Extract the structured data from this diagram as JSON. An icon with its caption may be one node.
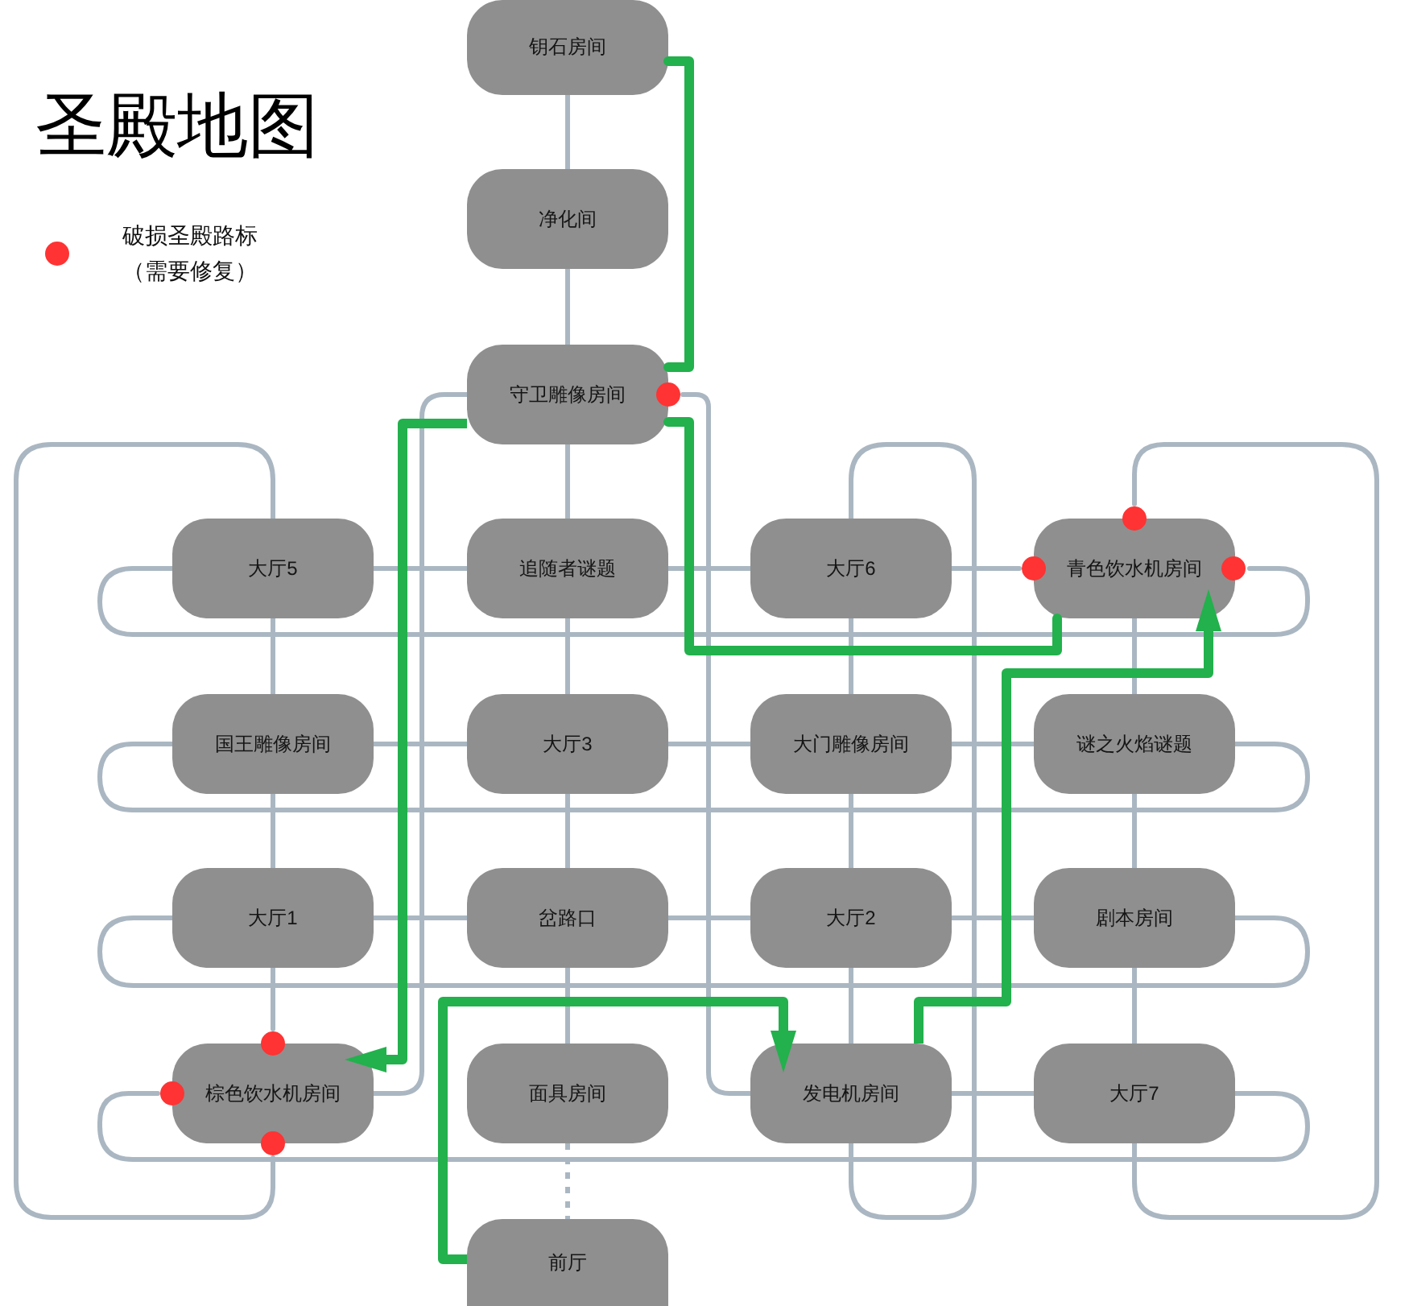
{
  "diagram": {
    "title": "圣殿地图",
    "nodes": [
      {
        "text": [
          "钥石房间"
        ]
      },
      {
        "text": [
          "净化间"
        ]
      },
      {
        "text": [
          "守卫雕像房间"
        ]
      },
      {
        "text": [
          "大厅5"
        ]
      },
      {
        "text": [
          "追随者谜题"
        ]
      },
      {
        "text": [
          "大厅6"
        ]
      },
      {
        "text": [
          "青色饮水机房间"
        ]
      },
      {
        "text": [
          "国王雕像房间"
        ]
      },
      {
        "text": [
          "大厅3"
        ]
      },
      {
        "text": [
          "大门雕像房间"
        ]
      },
      {
        "text": [
          "谜之火焰谜题"
        ]
      },
      {
        "text": [
          "大厅1"
        ]
      },
      {
        "text": [
          "岔路口"
        ]
      },
      {
        "text": [
          "大厅2"
        ]
      },
      {
        "text": [
          "剧本房间"
        ]
      },
      {
        "text": [
          "棕色饮水机房间"
        ]
      },
      {
        "text": [
          "面具房间"
        ]
      },
      {
        "text": [
          "发电机房间"
        ]
      },
      {
        "text": [
          "大厅7"
        ]
      },
      {
        "text": [
          "前厅"
        ]
      }
    ],
    "edges": [
      {
        "from": 0,
        "to": 1,
        "arrow": "none"
      },
      {
        "from": 1,
        "to": 2,
        "arrow": "none"
      },
      {
        "from": 2,
        "to": 4,
        "arrow": "none"
      },
      {
        "from": 4,
        "to": 8,
        "arrow": "none"
      },
      {
        "from": 8,
        "to": 12,
        "arrow": "none"
      },
      {
        "from": 12,
        "to": 16,
        "arrow": "none"
      },
      {
        "from": 16,
        "to": 19,
        "arrow": "none",
        "style": "dashed"
      },
      {
        "from": 3,
        "to": 7,
        "arrow": "none"
      },
      {
        "from": 7,
        "to": 11,
        "arrow": "none"
      },
      {
        "from": 11,
        "to": 15,
        "arrow": "none"
      },
      {
        "from": 3,
        "to": 15,
        "arrow": "none"
      },
      {
        "from": 5,
        "to": 9,
        "arrow": "none"
      },
      {
        "from": 9,
        "to": 13,
        "arrow": "none"
      },
      {
        "from": 13,
        "to": 17,
        "arrow": "none"
      },
      {
        "from": 5,
        "to": 17,
        "arrow": "none"
      },
      {
        "from": 6,
        "to": 10,
        "arrow": "none"
      },
      {
        "from": 10,
        "to": 14,
        "arrow": "none"
      },
      {
        "from": 14,
        "to": 18,
        "arrow": "none"
      },
      {
        "from": 6,
        "to": 18,
        "arrow": "none"
      },
      {
        "from": 2,
        "to": 15,
        "arrow": "none"
      },
      {
        "from": 2,
        "to": 17,
        "arrow": "none"
      },
      {
        "from": 3,
        "to": 4,
        "arrow": "none"
      },
      {
        "from": 4,
        "to": 5,
        "arrow": "none"
      },
      {
        "from": 5,
        "to": 6,
        "arrow": "none"
      },
      {
        "from": 3,
        "to": 6,
        "arrow": "none"
      },
      {
        "from": 7,
        "to": 8,
        "arrow": "none"
      },
      {
        "from": 8,
        "to": 9,
        "arrow": "none"
      },
      {
        "from": 9,
        "to": 10,
        "arrow": "none"
      },
      {
        "from": 7,
        "to": 10,
        "arrow": "none"
      },
      {
        "from": 11,
        "to": 12,
        "arrow": "none"
      },
      {
        "from": 12,
        "to": 13,
        "arrow": "none"
      },
      {
        "from": 13,
        "to": 14,
        "arrow": "none"
      },
      {
        "from": 11,
        "to": 14,
        "arrow": "none"
      },
      {
        "from": 17,
        "to": 18,
        "arrow": "none"
      },
      {
        "from": 15,
        "to": 18,
        "arrow": "none"
      },
      {
        "from": 0,
        "to": 2,
        "arrow": "none",
        "style": "thick",
        "color": "#22b14c"
      },
      {
        "from": 2,
        "to": 15,
        "arrow": "to",
        "style": "thick",
        "color": "#22b14c"
      },
      {
        "from": 2,
        "to": 6,
        "arrow": "none",
        "style": "thick",
        "color": "#22b14c"
      },
      {
        "from": 19,
        "to": 17,
        "arrow": "to",
        "style": "thick",
        "color": "#22b14c"
      },
      {
        "from": 17,
        "to": 6,
        "arrow": "to",
        "style": "thick",
        "color": "#22b14c"
      }
    ],
    "legend": [
      {
        "text": "破损圣殿路标（需要修复）",
        "color": "#ff3333"
      }
    ]
  }
}
